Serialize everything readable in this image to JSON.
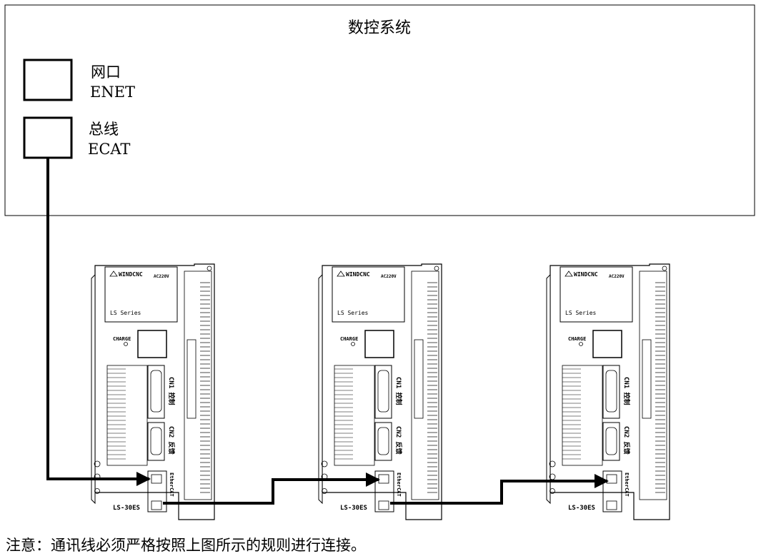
{
  "system": {
    "title": "数控系统",
    "ports": [
      {
        "label_cn": "网口",
        "label_en": "ENET"
      },
      {
        "label_cn": "总线",
        "label_en": "ECAT"
      }
    ]
  },
  "drives": [
    {
      "brand": "WINDCNC",
      "voltage": "AC220V",
      "series": "LS Series",
      "charge": "CHARGE",
      "cn1": "CN1 控制",
      "cn2": "CN2 反馈",
      "ethercat": "EtherCAT",
      "model": "LS-30ES"
    },
    {
      "brand": "WINDCNC",
      "voltage": "AC220V",
      "series": "LS Series",
      "charge": "CHARGE",
      "cn1": "CN1 控制",
      "cn2": "CN2 反馈",
      "ethercat": "EtherCAT",
      "model": "LS-30ES"
    },
    {
      "brand": "WINDCNC",
      "voltage": "AC220V",
      "series": "LS Series",
      "charge": "CHARGE",
      "cn1": "CN1 控制",
      "cn2": "CN2 反馈",
      "ethercat": "EtherCAT",
      "model": "LS-30ES"
    }
  ],
  "note": "注意：通讯线必须严格按照上图所示的规则进行连接。"
}
